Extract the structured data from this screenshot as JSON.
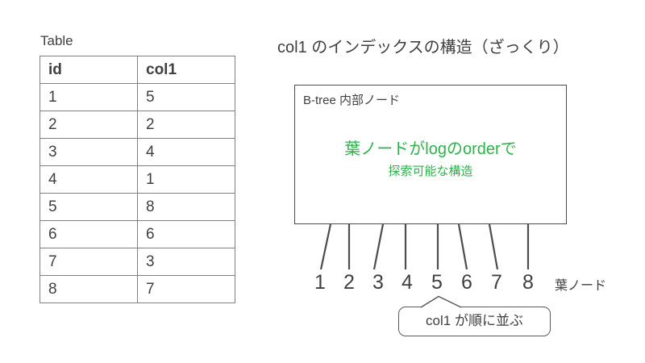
{
  "colors": {
    "text": "#404040",
    "table_border": "#808080",
    "box_border": "#4d4d4d",
    "accent_green": "#2db24d"
  },
  "table": {
    "label": "Table",
    "headers": [
      "id",
      "col1"
    ],
    "rows": [
      [
        "1",
        "5"
      ],
      [
        "2",
        "2"
      ],
      [
        "3",
        "4"
      ],
      [
        "4",
        "1"
      ],
      [
        "5",
        "8"
      ],
      [
        "6",
        "6"
      ],
      [
        "7",
        "3"
      ],
      [
        "8",
        "7"
      ]
    ]
  },
  "diagram": {
    "title": "col1 のインデックスの構造（ざっくり）",
    "box_label": "B-tree 内部ノード",
    "box_text_line1": "葉ノードがlogのorderで",
    "box_text_line2": "探索可能な構造",
    "leaf_values": [
      "1",
      "2",
      "3",
      "4",
      "5",
      "6",
      "7",
      "8"
    ],
    "leaf_label": "葉ノード",
    "callout": "col1 が順に並ぶ"
  }
}
